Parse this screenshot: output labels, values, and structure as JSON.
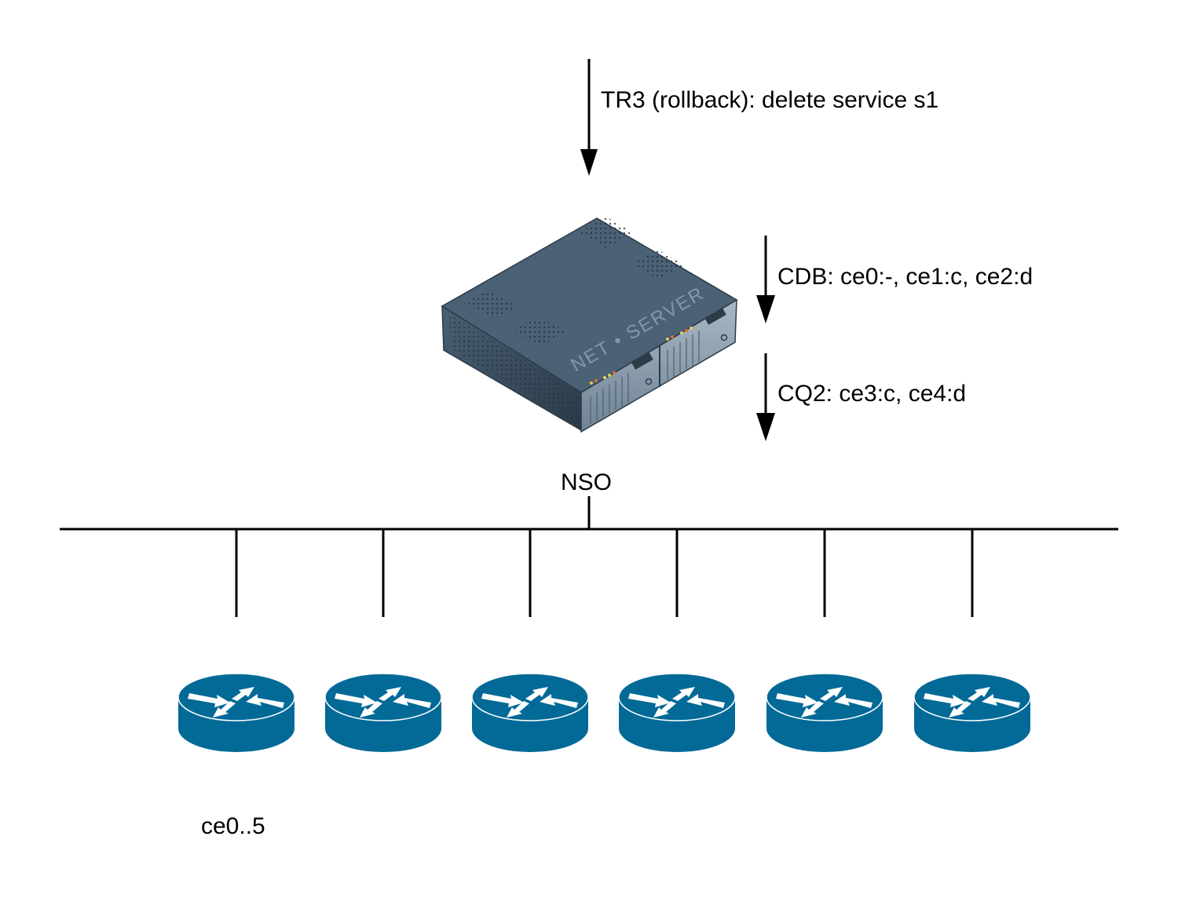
{
  "diagram": {
    "top_arrow_label": "TR3 (rollback): delete service s1",
    "server": {
      "label": "NSO",
      "brand_text": "NET • SERVER"
    },
    "side_arrows": [
      {
        "label": "CDB: ce0:-, ce1:c, ce2:d"
      },
      {
        "label": "CQ2: ce3:c, ce4:d"
      }
    ],
    "routers": {
      "count": 6,
      "group_label": "ce0..5",
      "color": "#036a97"
    },
    "colors": {
      "line": "#000000",
      "server_body": "#3e5468",
      "server_front": "#8ea0ae",
      "router": "#036a97",
      "router_arrows": "#ffffff"
    }
  }
}
